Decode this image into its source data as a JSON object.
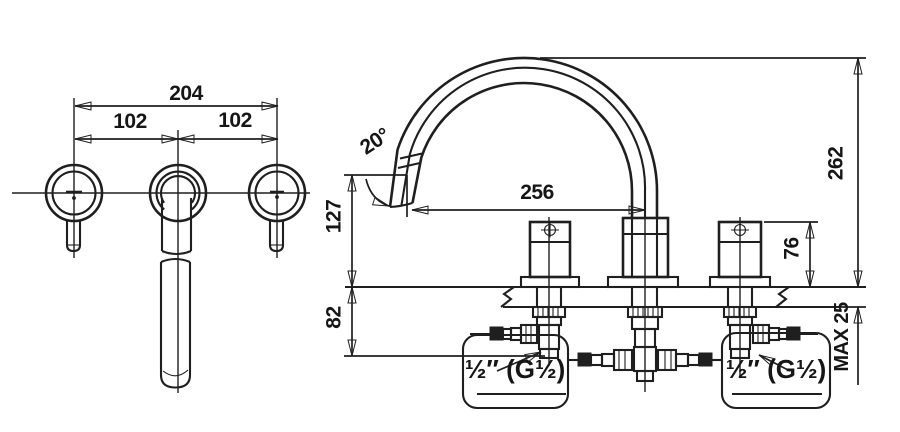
{
  "drawing": {
    "background": "#ffffff",
    "line_color": "#1f1f1f",
    "top_view": {
      "dim_total_width": "204",
      "dim_spacing_left": "102",
      "dim_spacing_right": "102"
    },
    "side_view": {
      "dim_spout_reach": "256",
      "dim_overall_height": "262",
      "dim_spout_outlet_height": "127",
      "dim_below_deck": "82",
      "dim_handle_height": "76",
      "dim_deck_thickness_max": "MAX 25",
      "dim_spout_angle": "20°",
      "connection_left_label": "½″ (G½)",
      "connection_right_label": "½″ (G½)"
    }
  }
}
